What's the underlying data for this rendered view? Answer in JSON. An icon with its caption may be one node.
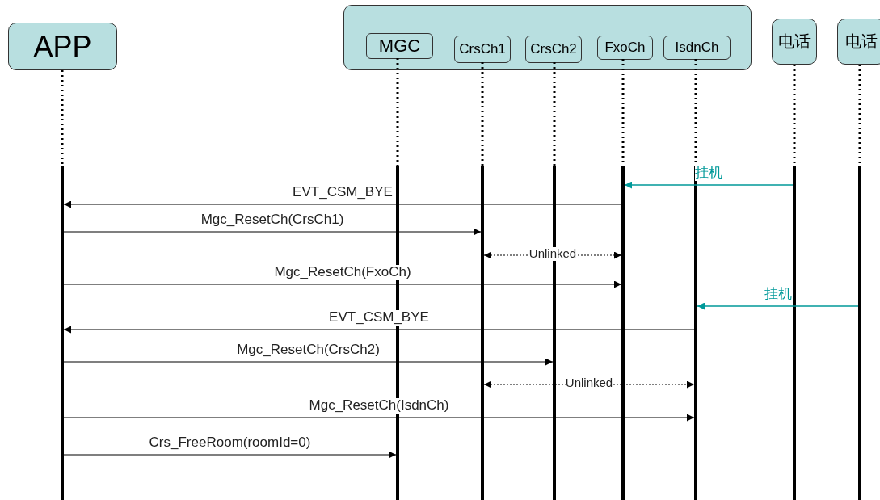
{
  "diagram": {
    "nodes": [
      {
        "text": [
          "APP"
        ]
      },
      {
        "text": [],
        "shape": "box"
      },
      {
        "text": [
          "MGC"
        ],
        "in": 1
      },
      {
        "text": [
          "CrsCh1"
        ],
        "in": 1
      },
      {
        "text": [
          "CrsCh2"
        ],
        "in": 1
      },
      {
        "text": [
          "FxoCh"
        ],
        "in": 1
      },
      {
        "text": [
          "IsdnCh"
        ],
        "in": 1
      },
      {
        "text": [
          "电话"
        ]
      },
      {
        "text": [
          "电话"
        ]
      },
      {
        "text": [],
        "shape": "bar"
      },
      {
        "text": [],
        "shape": "bar"
      },
      {
        "text": [],
        "shape": "bar"
      },
      {
        "text": [],
        "shape": "bar"
      },
      {
        "text": [],
        "shape": "bar"
      },
      {
        "text": [],
        "shape": "bar"
      },
      {
        "text": [],
        "shape": "bar"
      },
      {
        "text": [],
        "shape": "bar"
      }
    ],
    "edges": [
      {
        "from": 0,
        "to": 9,
        "arrow": "none",
        "style": "dashed"
      },
      {
        "from": 2,
        "to": 10,
        "arrow": "none",
        "style": "dashed"
      },
      {
        "from": 3,
        "to": 11,
        "arrow": "none",
        "style": "dashed"
      },
      {
        "from": 4,
        "to": 12,
        "arrow": "none",
        "style": "dashed"
      },
      {
        "from": 5,
        "to": 13,
        "arrow": "none",
        "style": "dashed"
      },
      {
        "from": 6,
        "to": 14,
        "arrow": "none",
        "style": "dashed"
      },
      {
        "from": 7,
        "to": 15,
        "arrow": "none",
        "style": "dashed"
      },
      {
        "from": 8,
        "to": 16,
        "arrow": "none",
        "style": "dashed"
      },
      {
        "from": 15,
        "to": 13,
        "arrow": "to",
        "label": "挂机",
        "color": "#009999"
      },
      {
        "from": 13,
        "to": 9,
        "arrow": "to",
        "label": "EVT_CSM_BYE"
      },
      {
        "from": 9,
        "to": 11,
        "arrow": "to",
        "label": "Mgc_ResetCh(CrsCh1)"
      },
      {
        "from": 11,
        "to": 13,
        "arrow": "both",
        "label": "Unlinked",
        "style": "dashed"
      },
      {
        "from": 9,
        "to": 13,
        "arrow": "to",
        "label": "Mgc_ResetCh(FxoCh)"
      },
      {
        "from": 16,
        "to": 14,
        "arrow": "to",
        "label": "挂机",
        "color": "#009999"
      },
      {
        "from": 14,
        "to": 9,
        "arrow": "to",
        "label": "EVT_CSM_BYE"
      },
      {
        "from": 9,
        "to": 12,
        "arrow": "to",
        "label": "Mgc_ResetCh(CrsCh2)"
      },
      {
        "from": 11,
        "to": 14,
        "arrow": "both",
        "label": "Unlinked",
        "style": "dashed"
      },
      {
        "from": 9,
        "to": 14,
        "arrow": "to",
        "label": "Mgc_ResetCh(IsdnCh)"
      },
      {
        "from": 9,
        "to": 10,
        "arrow": "to",
        "label": "Crs_FreeRoom(roomId=0)"
      }
    ]
  }
}
